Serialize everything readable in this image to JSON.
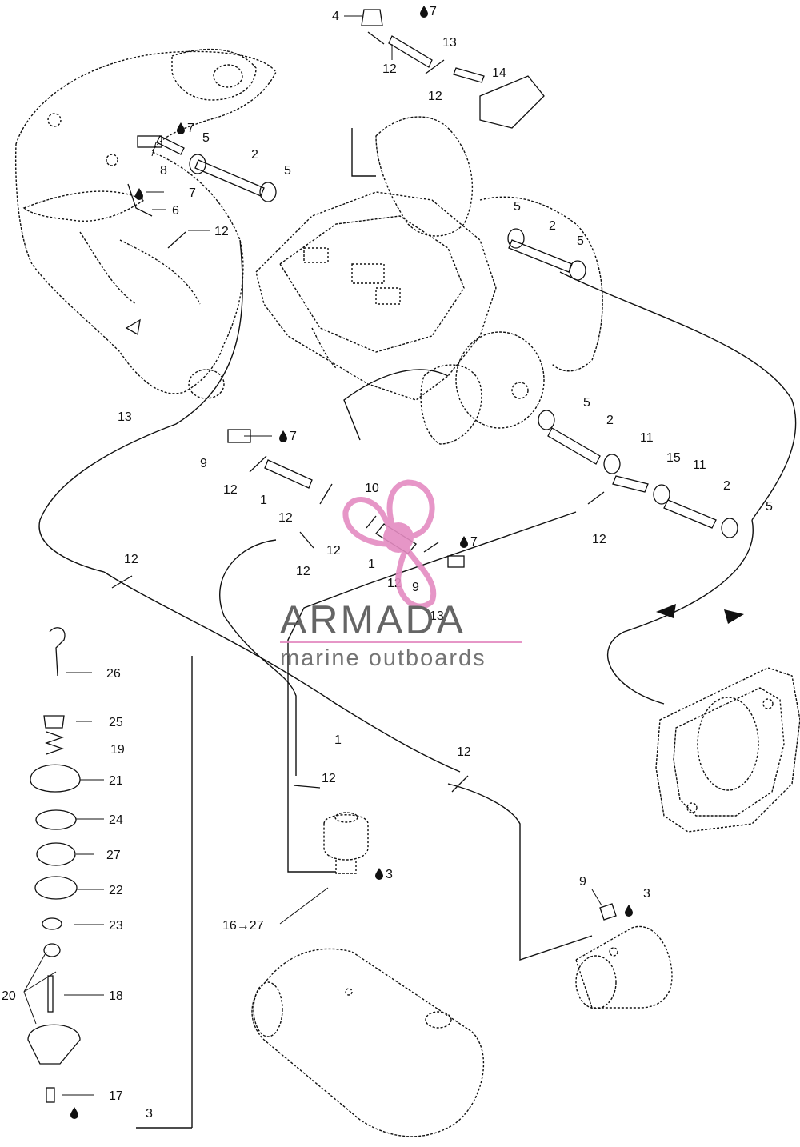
{
  "watermark": {
    "title": "ARMADA",
    "subtitle": "marine outboards",
    "accent_color": "#e48bc2"
  },
  "labels": {
    "l4": "4",
    "l7a": "7",
    "l13a": "13",
    "l12a": "12",
    "l14": "14",
    "l12b": "12",
    "l7b": "7",
    "l5a": "5",
    "l2a": "2",
    "l8": "8",
    "l5b": "5",
    "l7c": "7",
    "l6": "6",
    "l12c": "12",
    "l5c": "5",
    "l2b": "2",
    "l5d": "5",
    "l5e": "5",
    "l2c": "2",
    "l11a": "11",
    "l15": "15",
    "l11b": "11",
    "l2d": "2",
    "l5f": "5",
    "l12d": "12",
    "l13b": "13",
    "l7d": "7",
    "l9a": "9",
    "l12e": "12",
    "l10": "10",
    "l1a": "1",
    "l12f": "12",
    "l12g": "12",
    "l12h": "12",
    "l1b": "1",
    "l12i": "12",
    "l9b": "9",
    "l7e": "7",
    "l12j": "12",
    "l13c": "13",
    "l1c": "1",
    "l12k": "12",
    "l12l": "12",
    "l3a": "3",
    "l1627": "16→27",
    "l9c": "9",
    "l3b": "3",
    "l26": "26",
    "l25": "25",
    "l19": "19",
    "l21": "21",
    "l24": "24",
    "l27": "27",
    "l22": "22",
    "l23": "23",
    "l18": "18",
    "l20": "20",
    "l17": "17",
    "l3c": "3"
  },
  "icons": {
    "lubricant": "oil-drop-icon",
    "flow_direction": "arrow-head-icon"
  }
}
